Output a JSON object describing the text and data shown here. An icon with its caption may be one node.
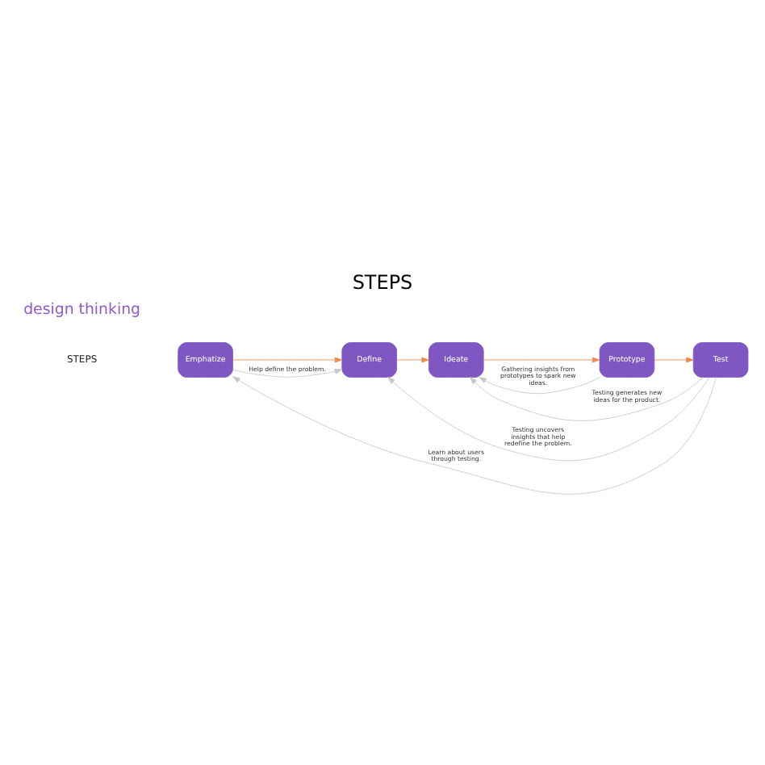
{
  "diagram": {
    "title": "STEPS",
    "nodes": [
      {
        "text": [
          "Emphatize"
        ]
      },
      {
        "text": [
          "Define"
        ]
      },
      {
        "text": [
          "Ideate"
        ]
      },
      {
        "text": [
          "Prototype"
        ]
      },
      {
        "text": [
          "Test"
        ]
      }
    ],
    "edges": [
      {
        "from": 0,
        "to": 1,
        "arrow": "to",
        "color": "#f08a4b"
      },
      {
        "from": 1,
        "to": 2,
        "arrow": "to",
        "color": "#f08a4b"
      },
      {
        "from": 2,
        "to": 3,
        "arrow": "to",
        "color": "#f08a4b"
      },
      {
        "from": 3,
        "to": 4,
        "arrow": "to",
        "color": "#f08a4b"
      },
      {
        "from": 4,
        "to": 0,
        "arrow": "to",
        "label": "Learn about users through testing."
      },
      {
        "from": 0,
        "to": 1,
        "arrow": "to",
        "label": "Help define the problem."
      },
      {
        "from": 4,
        "to": 2,
        "arrow": "to",
        "label": "Testing generates new ideas for the product."
      },
      {
        "from": 3,
        "to": 2,
        "arrow": "to",
        "label": "Gathering insights from prototypes to spark new ideas."
      },
      {
        "from": 4,
        "to": 1,
        "arrow": "to",
        "label": "Testing uncovers insights that help redefine the problem."
      }
    ],
    "labels": [
      "design thinking",
      "STEPS"
    ]
  }
}
